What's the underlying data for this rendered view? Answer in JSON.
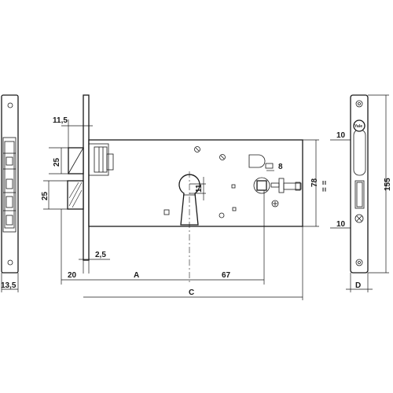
{
  "dimensions": {
    "backset_pitch_left": "11,5",
    "latch_height": "25",
    "deadbolt_height": "25",
    "faceplate_thickness": "2,5",
    "front_offset": "20",
    "backset": "A",
    "center_distance": "67",
    "overall_length": "C",
    "strike_thickness": "13,5",
    "cylinder_offset": "11",
    "follower_square": "8",
    "case_height": "78",
    "equal_mark": "= =",
    "strike_upper": "10",
    "strike_lower": "10",
    "strike_height": "155",
    "strike_depth": "D"
  },
  "brand": {
    "logo_text": "Yale"
  },
  "colors": {
    "ink": "#1a1a1a",
    "paper": "#ffffff"
  }
}
